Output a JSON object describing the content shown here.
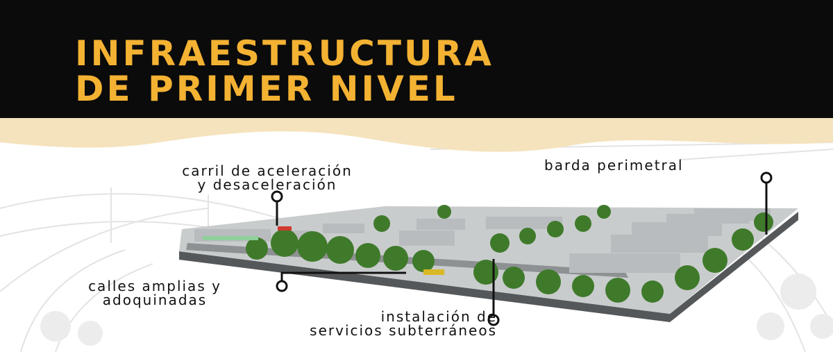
{
  "title": {
    "line1": "INFRAESTRUCTURA",
    "line2": "DE PRIMER NIVEL"
  },
  "callouts": {
    "carril": {
      "line1": "carril de aceleración",
      "line2": "y desaceleración"
    },
    "barda": {
      "line1": "barda perimetral"
    },
    "calles": {
      "line1": "calles amplias y",
      "line2": "adoquinadas"
    },
    "instalacion": {
      "line1": "instalación de",
      "line2": "servicios subterráneos"
    }
  },
  "colors": {
    "header_band": "#0b0b0b",
    "title_text": "#f4b233",
    "sand_band": "#f5e3bd",
    "callout_text": "#111111",
    "callout_line": "#111111",
    "park_green": "#3f7a2b",
    "park_base": "#55585a",
    "building_gray": "#b9bcbe"
  }
}
